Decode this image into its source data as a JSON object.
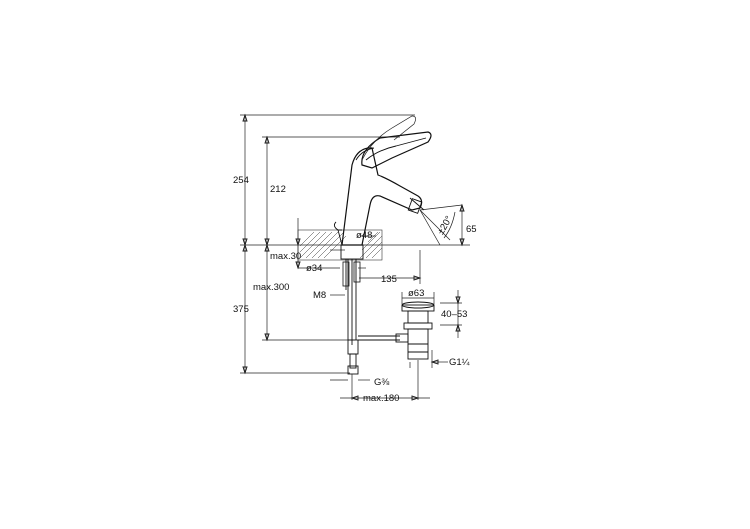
{
  "labels": {
    "d254": "254",
    "d212": "212",
    "d375": "375",
    "max30": "max.30",
    "max300": "max.300",
    "m8": "M8",
    "d48": "ø48",
    "d34": "ø34",
    "d135": "135",
    "d63": "ø63",
    "d4053": "40–53",
    "g114": "G1¼",
    "g38": "G⅜",
    "max180": "max.180",
    "d65": "65",
    "angle": "±20°"
  }
}
